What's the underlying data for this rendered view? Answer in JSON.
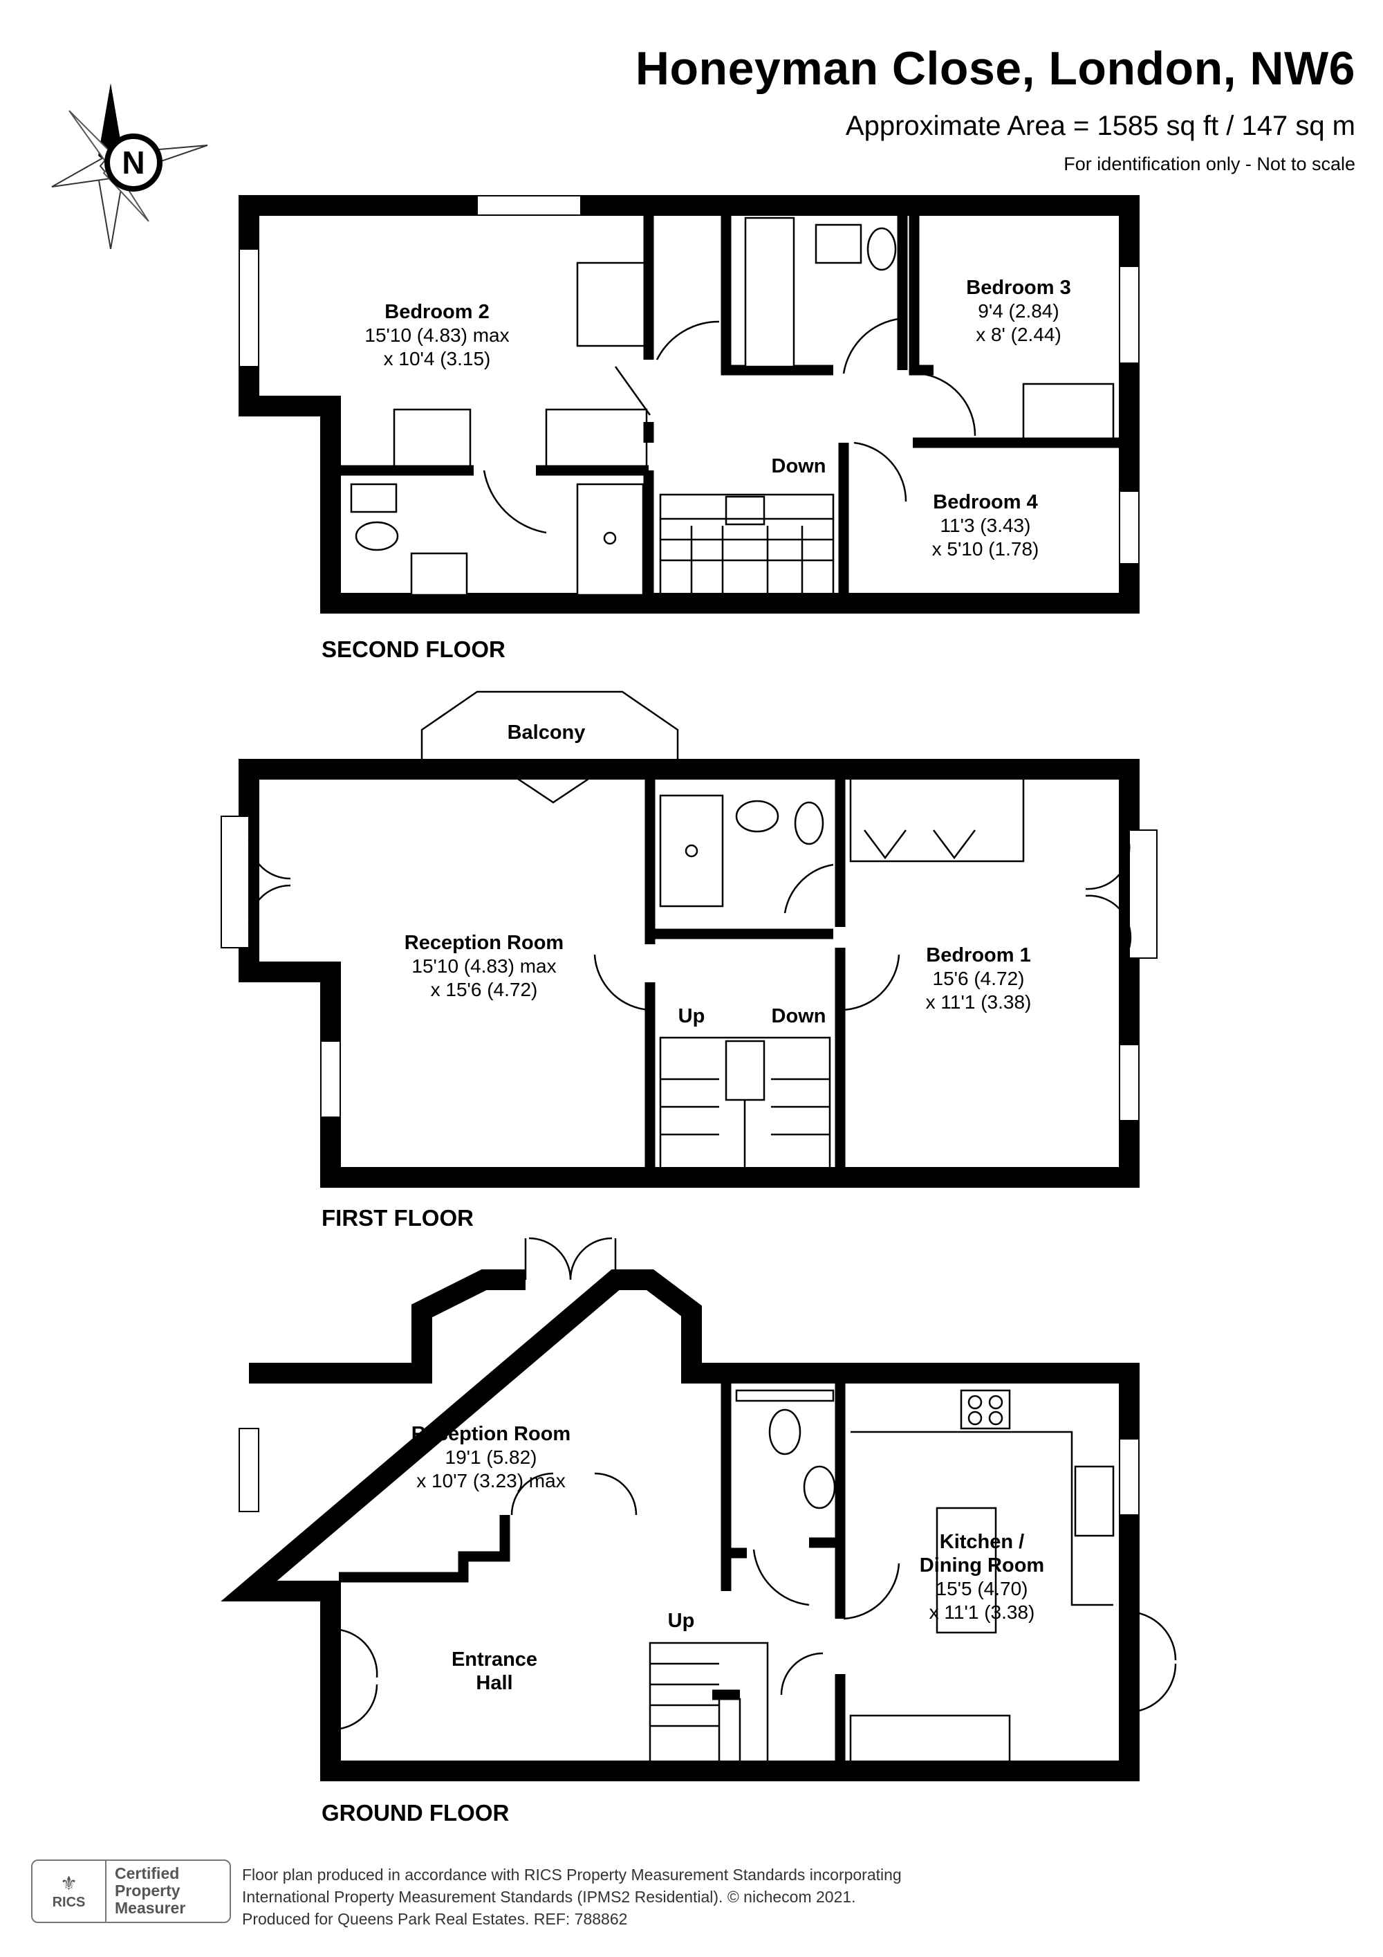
{
  "header": {
    "title": "Honeyman Close, London, NW6",
    "area": "Approximate Area = 1585 sq ft / 147 sq m",
    "note": "For identification only - Not to scale"
  },
  "compass": {
    "letter": "N"
  },
  "floors": {
    "second": {
      "label": "SECOND FLOOR",
      "rooms": {
        "bedroom2": {
          "name": "Bedroom 2",
          "dim1": "15'10 (4.83) max",
          "dim2": "x 10'4 (3.15)"
        },
        "bedroom3": {
          "name": "Bedroom 3",
          "dim1": "9'4 (2.84)",
          "dim2": "x 8' (2.44)"
        },
        "bedroom4": {
          "name": "Bedroom 4",
          "dim1": "11'3 (3.43)",
          "dim2": "x 5'10 (1.78)"
        }
      },
      "stairs_label": "Down"
    },
    "first": {
      "label": "FIRST FLOOR",
      "rooms": {
        "balcony": {
          "name": "Balcony"
        },
        "reception": {
          "name": "Reception Room",
          "dim1": "15'10 (4.83) max",
          "dim2": "x 15'6 (4.72)"
        },
        "bedroom1": {
          "name": "Bedroom 1",
          "dim1": "15'6 (4.72)",
          "dim2": "x 11'1 (3.38)"
        }
      },
      "stairs_up": "Up",
      "stairs_down": "Down"
    },
    "ground": {
      "label": "GROUND FLOOR",
      "rooms": {
        "reception": {
          "name": "Reception Room",
          "dim1": "19'1 (5.82)",
          "dim2": "x 10'7 (3.23) max"
        },
        "hall": {
          "name1": "Entrance",
          "name2": "Hall"
        },
        "kitchen": {
          "name1": "Kitchen /",
          "name2": "Dining Room",
          "dim1": "15'5 (4.70)",
          "dim2": "x 11'1 (3.38)"
        }
      },
      "stairs_up": "Up"
    }
  },
  "badge": {
    "logo": "RICS",
    "line1": "Certified",
    "line2": "Property",
    "line3": "Measurer"
  },
  "footer": {
    "line1": "Floor plan produced in accordance with RICS Property Measurement Standards incorporating",
    "line2": "International Property Measurement Standards (IPMS2 Residential).   © nichecom 2021.",
    "line3": "Produced for Queens Park Real Estates.   REF:  788862"
  }
}
